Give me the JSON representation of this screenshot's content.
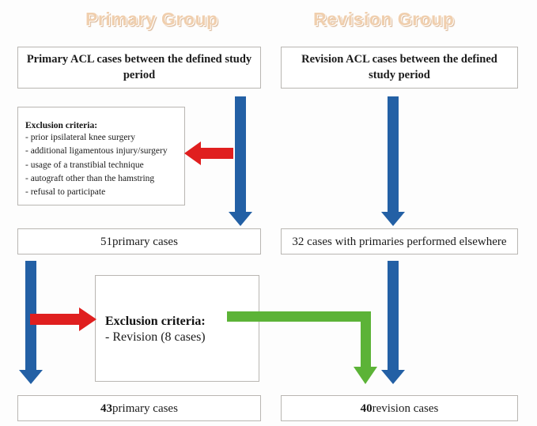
{
  "figure": {
    "type": "flowchart",
    "description": "Patient selection flow diagram for primary and revision ACL case groups"
  },
  "columns": {
    "primary_title": "Primary Group",
    "revision_title": "Revision Group"
  },
  "boxes": {
    "primary_source": "Primary ACL cases between the defined study period",
    "revision_source": "Revision ACL cases between the defined study period",
    "primary_count_1_num": "51",
    "primary_count_1_rest": " primary cases",
    "revision_count_1": "32 cases with primaries performed elsewhere",
    "primary_count_2_num": "43",
    "primary_count_2_rest": " primary cases",
    "revision_count_2_num": "40",
    "revision_count_2_rest": " revision cases"
  },
  "exclusion_primary": {
    "title": "Exclusion criteria:",
    "items": [
      "- prior ipsilateral knee surgery",
      "- additional ligamentous injury/surgery",
      "- usage of a transtibial technique",
      "- autograft other than the hamstring",
      "- refusal to participate"
    ]
  },
  "exclusion_revision": {
    "title": "Exclusion criteria:",
    "items": [
      "- Revision (8 cases)"
    ]
  },
  "colors": {
    "title_text": "#f0cfae",
    "arrow_blue": "#2360a5",
    "arrow_red": "#e01f1f",
    "arrow_green": "#5cb337",
    "box_border": "#b9b6b2",
    "background": "#fdfdfd"
  }
}
